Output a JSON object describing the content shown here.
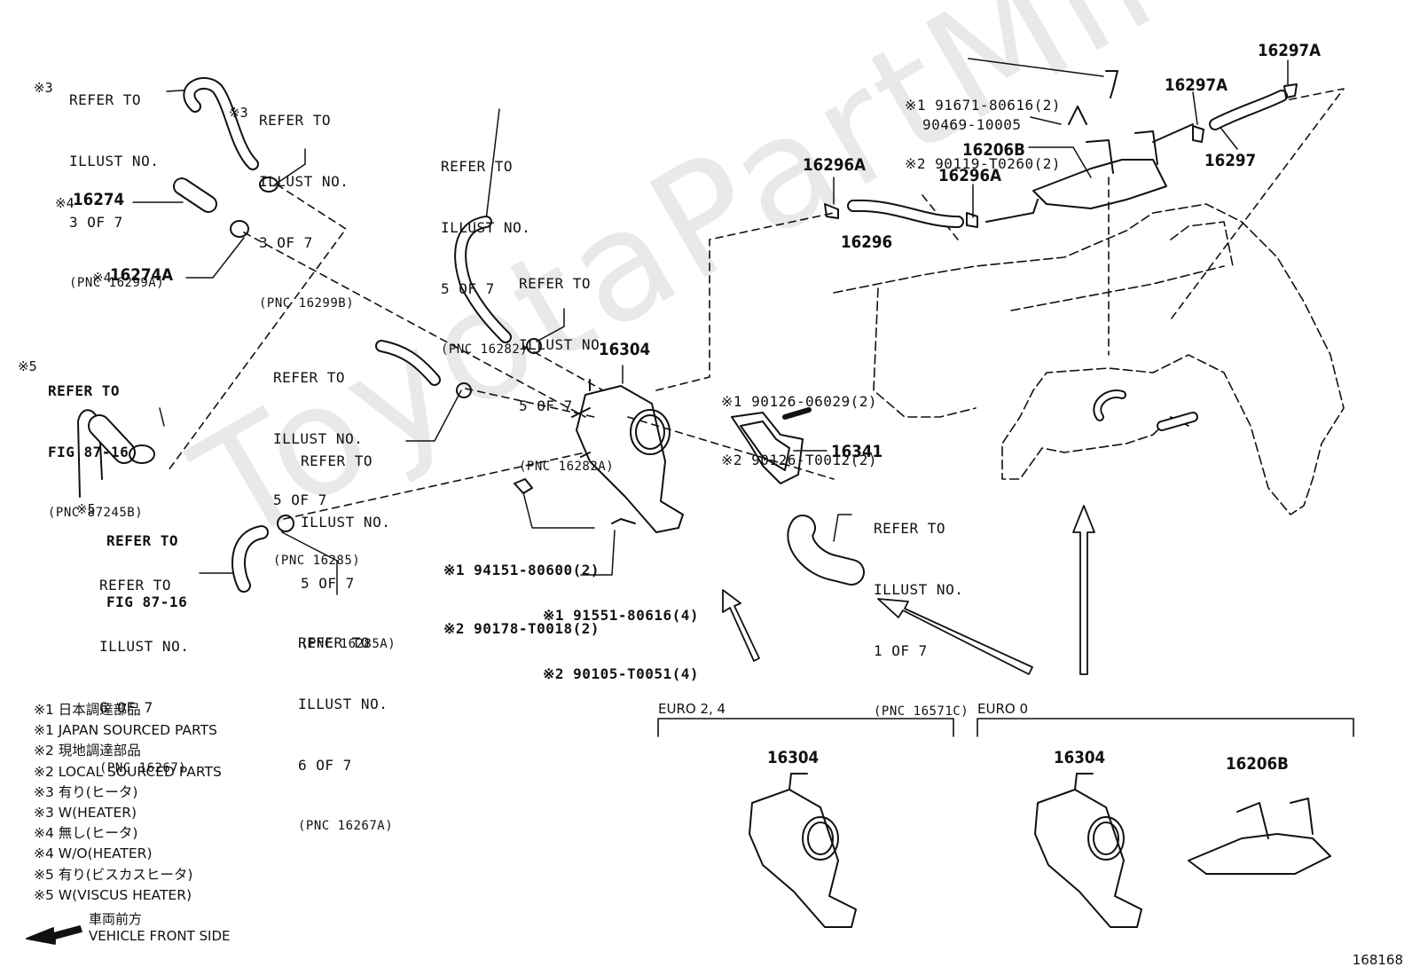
{
  "watermark": "ToyotaPartMine.ru",
  "figure_number": "168168",
  "refer_labels": [
    {
      "id": "r1",
      "lines": [
        "REFER TO",
        "ILLUST NO.",
        "3 OF 7",
        "(PNC 16299A)"
      ],
      "mark": "※3"
    },
    {
      "id": "r2",
      "lines": [
        "REFER TO",
        "ILLUST NO.",
        "3 OF 7",
        "(PNC 16299B)"
      ],
      "mark": "※3"
    },
    {
      "id": "r3",
      "lines": [
        "REFER TO",
        "ILLUST NO.",
        "5 OF 7",
        "(PNC 16282)"
      ]
    },
    {
      "id": "r4",
      "lines": [
        "REFER TO",
        "ILLUST NO.",
        "5 OF 7",
        "(PNC 16282A)"
      ]
    },
    {
      "id": "r5",
      "lines": [
        "REFER TO",
        "FIG 87-16",
        "(PNC 87245B)"
      ],
      "mark": "※5"
    },
    {
      "id": "r6",
      "lines": [
        "REFER TO",
        "ILLUST NO.",
        "5 OF 7",
        "(PNC 16285)"
      ]
    },
    {
      "id": "r7",
      "lines": [
        "REFER TO",
        "ILLUST NO.",
        "5 OF 7",
        "(PNC 16285A)"
      ]
    },
    {
      "id": "r8",
      "lines": [
        "REFER TO",
        "FIG 87-16"
      ],
      "mark": "※5"
    },
    {
      "id": "r9",
      "lines": [
        "REFER TO",
        "ILLUST NO.",
        "6 OF 7",
        "(PNC 16267)"
      ]
    },
    {
      "id": "r10",
      "lines": [
        "REFER TO",
        "ILLUST NO.",
        "6 OF 7",
        "(PNC 16267A)"
      ]
    },
    {
      "id": "r11",
      "lines": [
        "REFER TO",
        "ILLUST NO.",
        "1 OF 7",
        "(PNC 16571C)"
      ]
    }
  ],
  "part_numbers": {
    "p16274": "16274",
    "p16274a": "16274A",
    "p16304": "16304",
    "p16296a_1": "16296A",
    "p16296a_2": "16296A",
    "p16296": "16296",
    "p16206b": "16206B",
    "p16297a_1": "16297A",
    "p16297a_2": "16297A",
    "p16297": "16297",
    "p16341": "16341",
    "p16304_e24": "16304",
    "p16304_e0": "16304",
    "p16206b_e0": "16206B",
    "mark4a": "※4",
    "mark4b": "※4"
  },
  "fastener_labels": {
    "f_top_1": "※1 91671-80616(2)",
    "f_top_2": "※2 90119-T0260(2)",
    "f_90469": "90469-10005",
    "f_stud_1": "※1 90126-06029(2)",
    "f_stud_2": "※2 90126-T0012(2)",
    "f_nut_1": "※1 94151-80600(2)",
    "f_nut_2": "※2 90178-T0018(2)",
    "f_bolt_1": "※1 91551-80616(4)",
    "f_bolt_2": "※2 90105-T0051(4)"
  },
  "variants": {
    "euro24": "EURO 2, 4",
    "euro0": "EURO 0"
  },
  "legend": [
    "※1 日本調達部品",
    "※1 JAPAN SOURCED PARTS",
    "※2 現地調達部品",
    "※2 LOCAL SOURCED PARTS",
    "※3 有り(ヒータ)",
    "※3 W(HEATER)",
    "※4 無し(ヒータ)",
    "※4 W/O(HEATER)",
    "※5 有り(ビスカスヒータ)",
    "※5 W(VISCUS HEATER)"
  ],
  "front_indicator": {
    "jp": "車両前方",
    "en": "VEHICLE FRONT SIDE"
  }
}
